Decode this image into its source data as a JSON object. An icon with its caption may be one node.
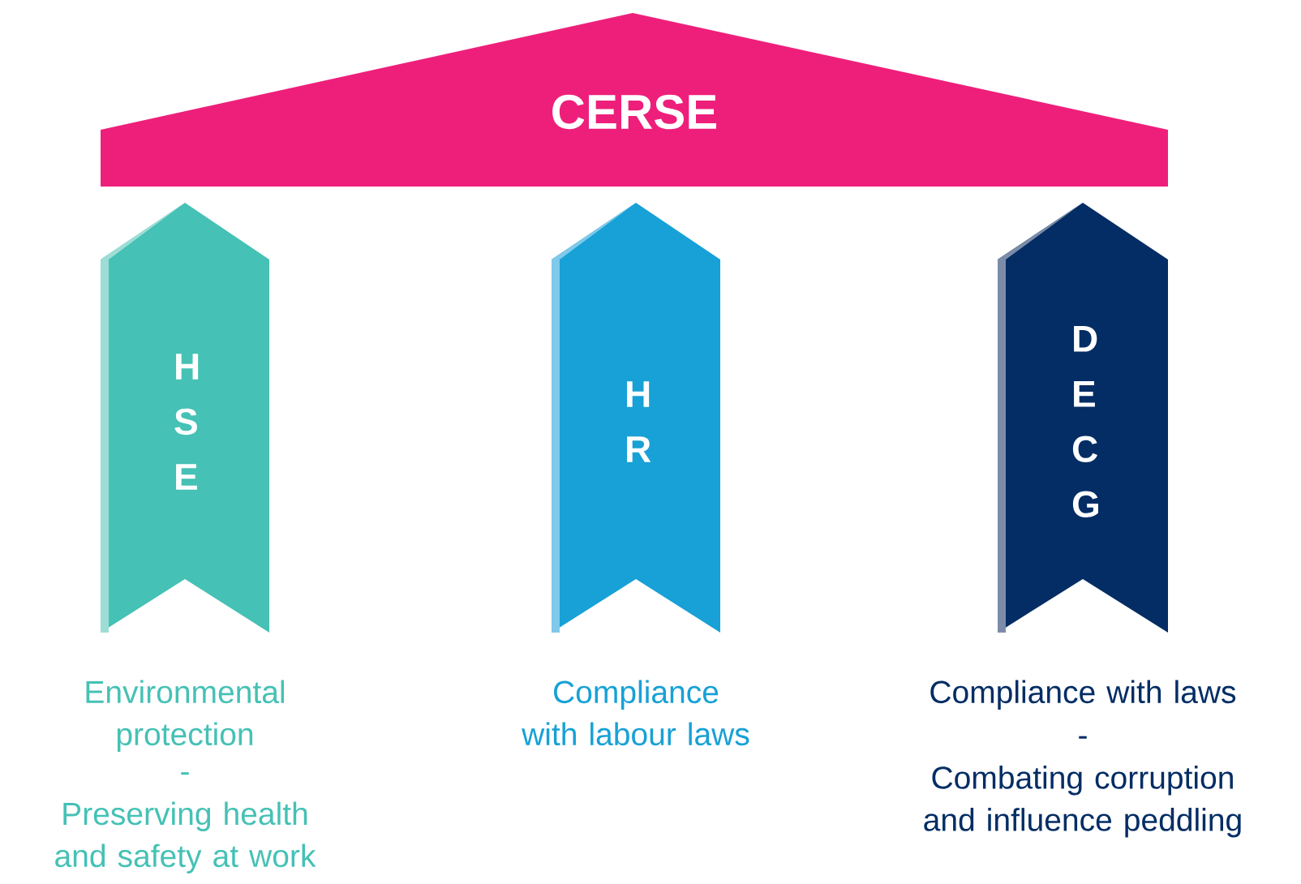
{
  "diagram": {
    "nodes": [
      {
        "text": [
          "CERSE"
        ]
      },
      {
        "text": [
          "H S E"
        ],
        "beside": [
          "Environmental protection",
          "-",
          "Preserving health and safety at work"
        ]
      },
      {
        "text": [
          "H R"
        ],
        "beside": [
          "Compliance with labour laws"
        ]
      },
      {
        "text": [
          "D E C G"
        ],
        "beside": [
          "Compliance with laws",
          "-",
          "Combating corruption and influence peddling"
        ]
      }
    ]
  }
}
